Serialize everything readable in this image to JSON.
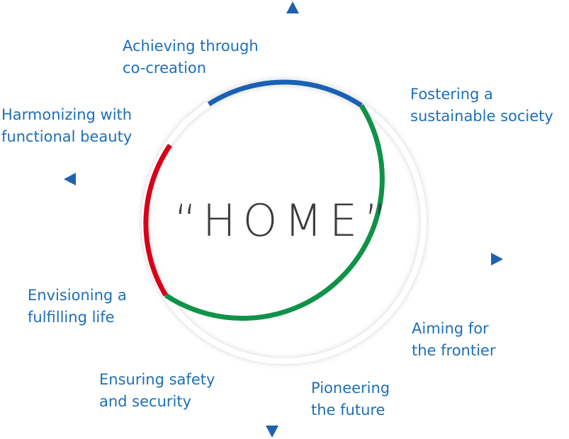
{
  "center": {
    "text": "“HOME”"
  },
  "labels": {
    "top_left": [
      "Achieving through",
      "co-creation"
    ],
    "top_right": [
      "Fostering a",
      "sustainable society"
    ],
    "left_upper": [
      "Harmonizing with",
      "functional beauty"
    ],
    "left_lower": [
      "Envisioning a",
      "fulfilling life"
    ],
    "bottom_left": [
      "Ensuring safety",
      "and security"
    ],
    "bottom_mid": [
      "Pioneering",
      "the future"
    ],
    "right_lower": [
      "Aiming for",
      "the frontier"
    ]
  },
  "colors": {
    "text": "#1d6fb8",
    "arrow": "#1d62ae",
    "ring_blue": "#1961b4",
    "ring_green": "#109248",
    "ring_red": "#d7001a",
    "center_text": "#3c3c3c"
  }
}
